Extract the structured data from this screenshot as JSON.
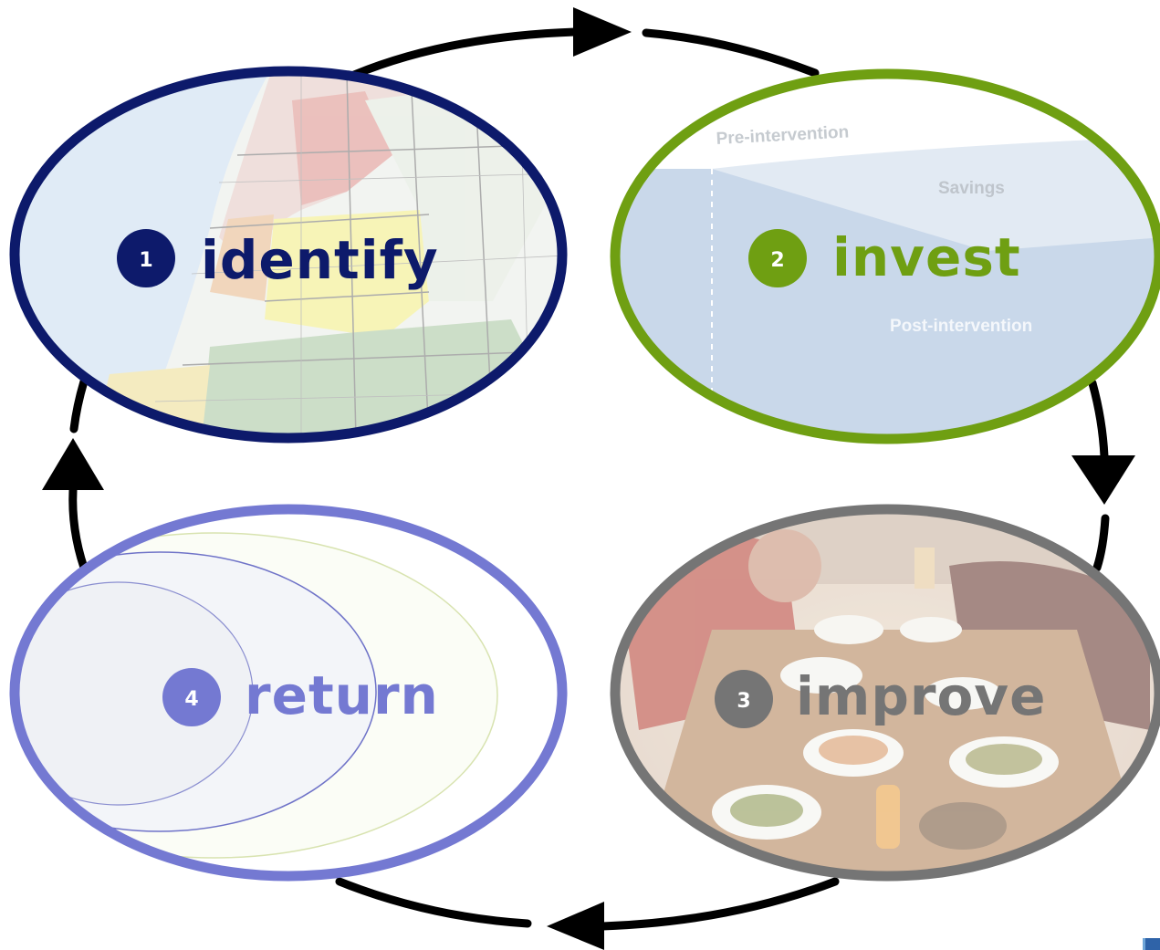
{
  "stages": [
    {
      "number": "1",
      "title": "identify",
      "color": "#0d1a6b"
    },
    {
      "number": "2",
      "title": "invest",
      "color": "#6f9f12"
    },
    {
      "number": "3",
      "title": "improve",
      "color": "#757575"
    },
    {
      "number": "4",
      "title": "return",
      "color": "#7479d2"
    }
  ],
  "invest_chart": {
    "pre_label": "Pre-intervention",
    "savings_label": "Savings",
    "post_label": "Post-intervention"
  },
  "arrow_color": "#000000"
}
